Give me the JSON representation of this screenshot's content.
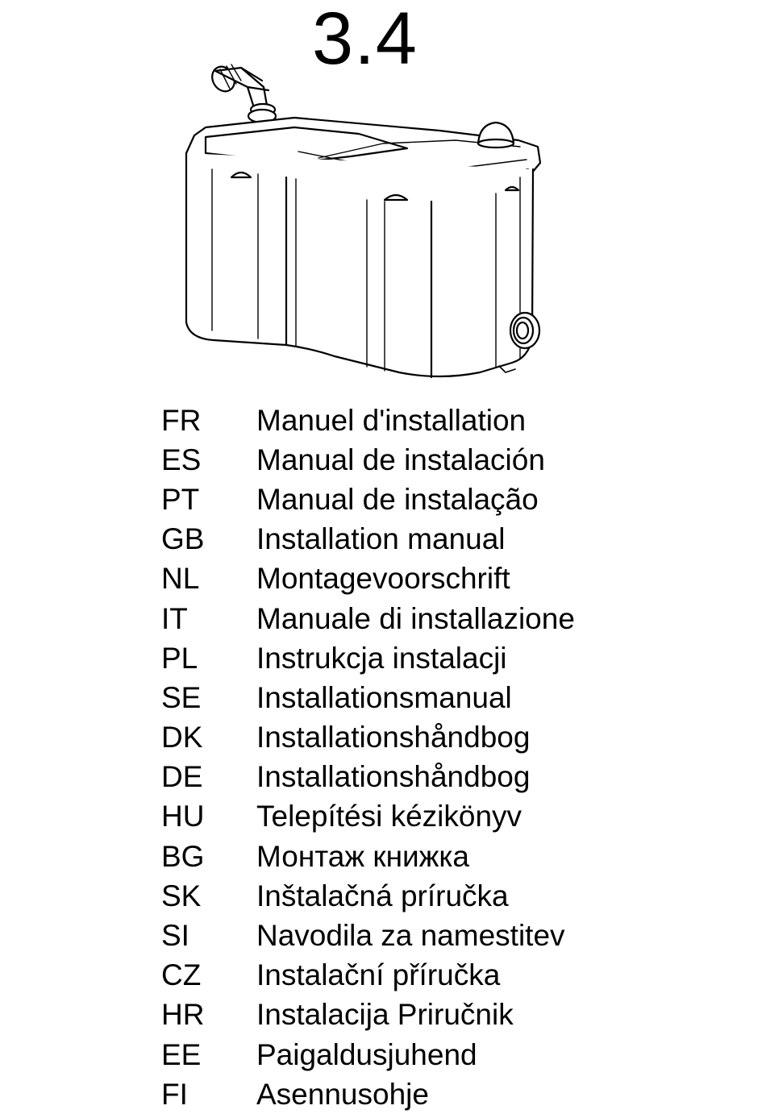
{
  "page_title": "3.4",
  "product_image": {
    "icon": "macerator-pump-unit-illustration"
  },
  "languages": [
    {
      "code": "FR",
      "name": "Manuel d'installation"
    },
    {
      "code": "ES",
      "name": "Manual de instalación"
    },
    {
      "code": "PT",
      "name": "Manual de instalação"
    },
    {
      "code": "GB",
      "name": "Installation manual"
    },
    {
      "code": "NL",
      "name": "Montagevoorschrift"
    },
    {
      "code": "IT",
      "name": "Manuale di installazione"
    },
    {
      "code": "PL",
      "name": "Instrukcja instalacji"
    },
    {
      "code": "SE",
      "name": "Installationsmanual"
    },
    {
      "code": "DK",
      "name": "Installationshåndbog"
    },
    {
      "code": "DE",
      "name": "Installationshåndbog"
    },
    {
      "code": "HU",
      "name": "Telepítési kézikönyv"
    },
    {
      "code": "BG",
      "name": "Монтаж книжка"
    },
    {
      "code": "SK",
      "name": "Inštalačná príručka"
    },
    {
      "code": "SI",
      "name": "Navodila za namestitev"
    },
    {
      "code": "CZ",
      "name": "Instalační příručka"
    },
    {
      "code": "HR",
      "name": "Instalacija Priručnik"
    },
    {
      "code": "EE",
      "name": "Paigaldusjuhend"
    },
    {
      "code": "FI",
      "name": "Asennusohje"
    }
  ]
}
